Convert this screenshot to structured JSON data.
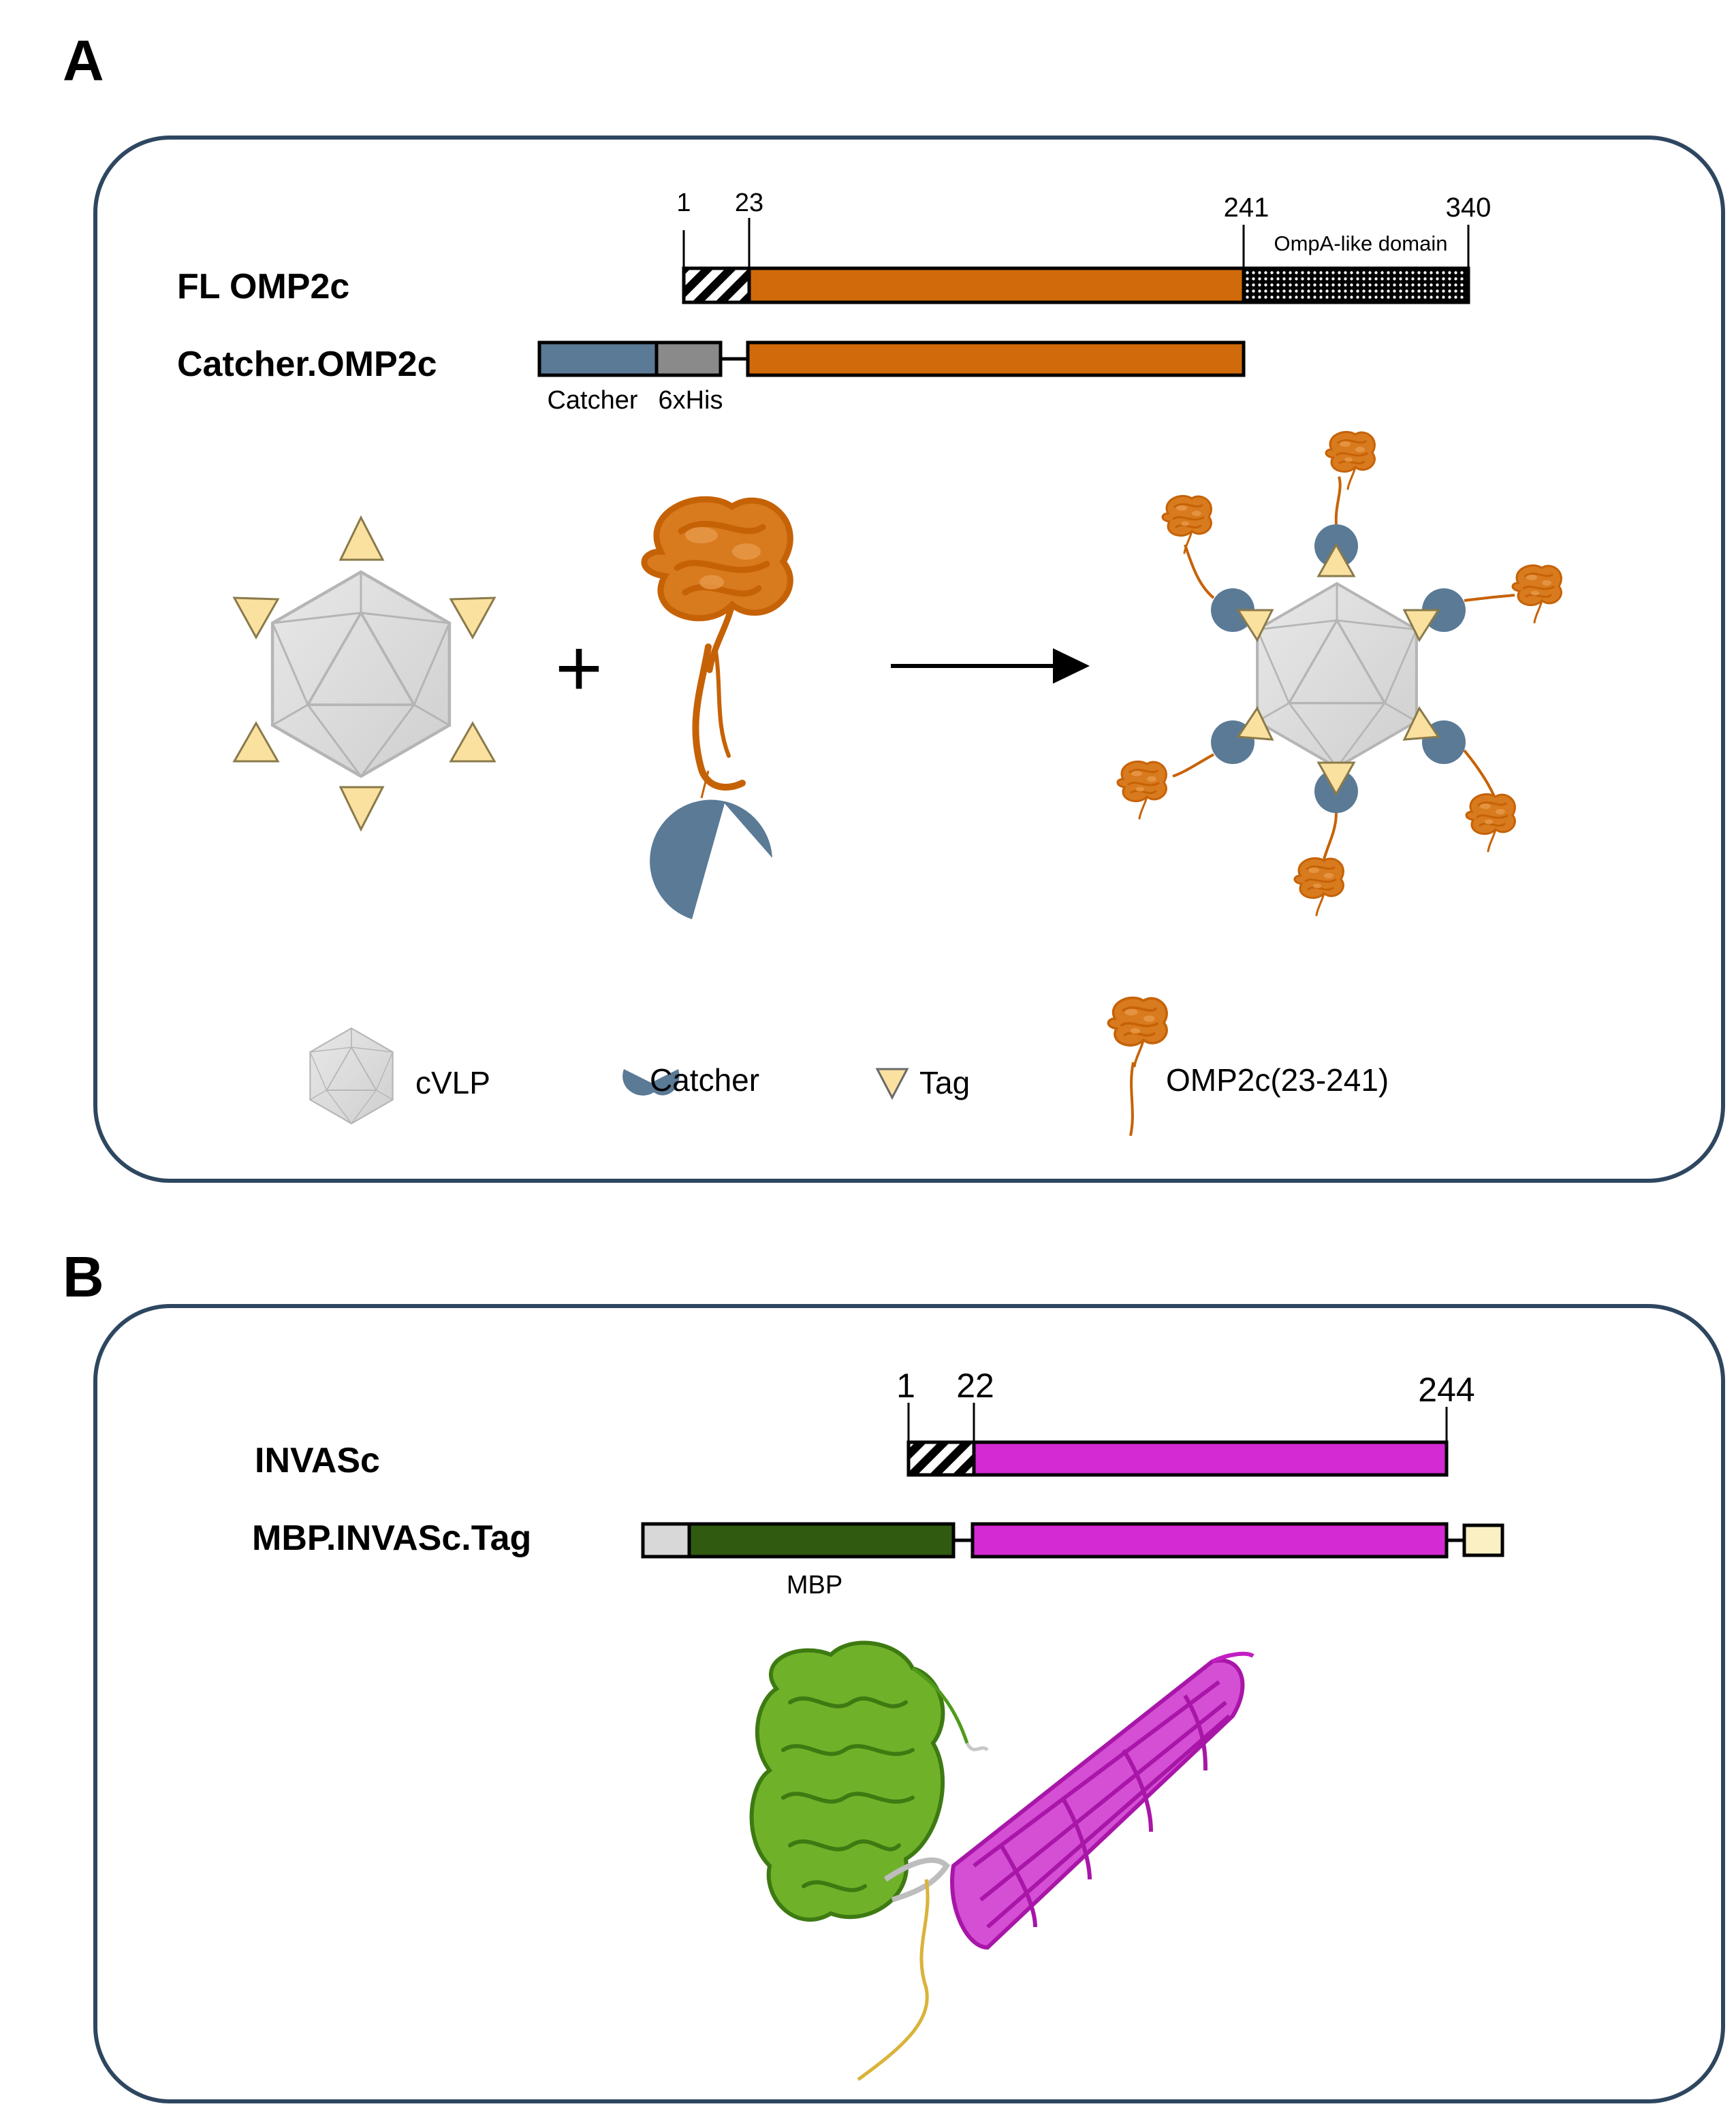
{
  "panel_a": {
    "letter": "A",
    "constructs": {
      "fl": "FL OMP2c",
      "catcher": "Catcher.OMP2c"
    },
    "positions": {
      "p1": "1",
      "p23": "23",
      "p241": "241",
      "p340": "340"
    },
    "domain_label": "OmpA-like domain",
    "segment_labels": {
      "catcher": "Catcher",
      "his": "6xHis"
    },
    "plus": "+",
    "legend": {
      "cvlp": "cVLP",
      "catcher": "Catcher",
      "tag": "Tag",
      "omp": "OMP2c(23-241)"
    }
  },
  "panel_b": {
    "letter": "B",
    "constructs": {
      "invasc": "INVASc",
      "mbp_invasc_tag": "MBP.INVASc.Tag"
    },
    "positions": {
      "p1": "1",
      "p22": "22",
      "p244": "244"
    },
    "segment_labels": {
      "mbp": "MBP"
    }
  },
  "colors": {
    "panel_border": "#2e4660",
    "omp2c": "#d06a0a",
    "catcher": "#5a7a96",
    "his": "#8a8a8a",
    "tag": "#fbe1a0",
    "vlp": "#dcdcdc",
    "mbp": "#305a10",
    "invasc": "#d42ad4",
    "light_gray": "#d8d8d8",
    "protein_green": "#4e9a1a",
    "protein_magenta": "#c21ec2",
    "linker_yellow": "#d9b33a"
  }
}
